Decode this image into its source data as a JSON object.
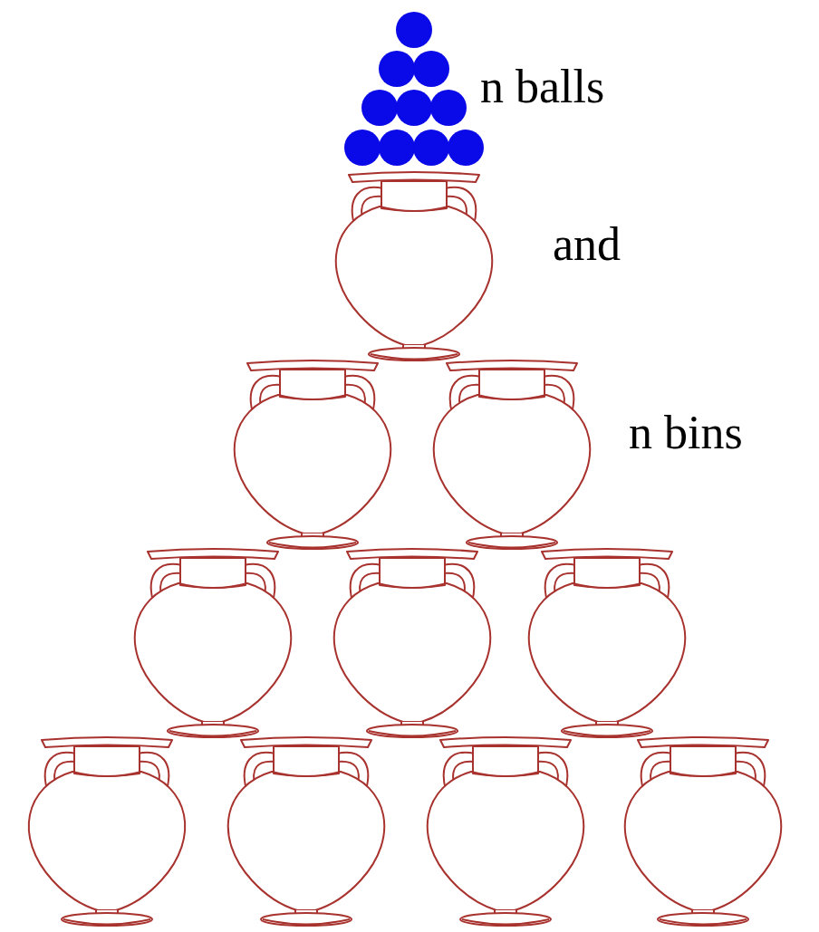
{
  "diagram": {
    "labels": [
      "n balls",
      "and",
      "n bins"
    ]
  }
}
